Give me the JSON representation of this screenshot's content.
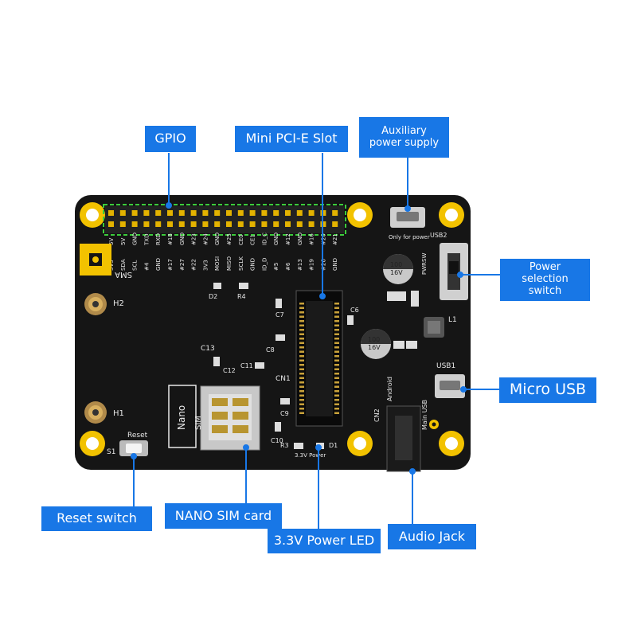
{
  "callouts": {
    "gpio": "GPIO",
    "mini_pcie": "Mini PCI-E Slot",
    "aux_power": "Auxiliary power supply",
    "power_select": "Power selection switch",
    "micro_usb": "Micro USB",
    "audio_jack": "Audio Jack",
    "power_led": "3.3V Power LED",
    "nano_sim": "NANO SIM card",
    "reset": "Reset switch"
  },
  "silkscreen": {
    "sma": "SMA",
    "h1": "H1",
    "h2": "H2",
    "d2": "D2",
    "r4": "R4",
    "c13": "C13",
    "c12": "C12",
    "c11": "C11",
    "c10": "C10",
    "c9": "C9",
    "c8": "C8",
    "c7": "C7",
    "c6": "C6",
    "cn1": "CN1",
    "cn2": "CN2",
    "usb1": "USB1",
    "usb2": "USB2",
    "l1": "L1",
    "sim": "SIM",
    "nano": "Nano",
    "reset": "Reset",
    "s1": "S1",
    "d1": "D1",
    "r3": "R3",
    "led_power": "3.3V Power",
    "main_usb": "Main USB",
    "android": "Android",
    "pwrsw": "PWRSW",
    "only_for_power": "Only for power",
    "cap_value": "100",
    "cap_voltage": "16V",
    "pin_row_top": [
      "5V",
      "5V",
      "GND",
      "TXD",
      "RXD",
      "#18",
      "GND",
      "#23",
      "#24",
      "GND",
      "#25",
      "CE0",
      "CE1",
      "ID_C",
      "GND",
      "#12",
      "GND",
      "#16",
      "#20",
      "#21"
    ],
    "pin_row_bottom": [
      "3V3",
      "SDA",
      "SCL",
      "#4",
      "GND",
      "#17",
      "#27",
      "#22",
      "3V3",
      "MOSI",
      "MISO",
      "SCLK",
      "GND",
      "ID_D",
      "#5",
      "#6",
      "#13",
      "#19",
      "#26",
      "GND"
    ]
  },
  "colors": {
    "callout_blue": "#1877e6",
    "pcb": "#151515",
    "gold": "#f2c200",
    "gpio_outline": "#3ccc3c"
  }
}
